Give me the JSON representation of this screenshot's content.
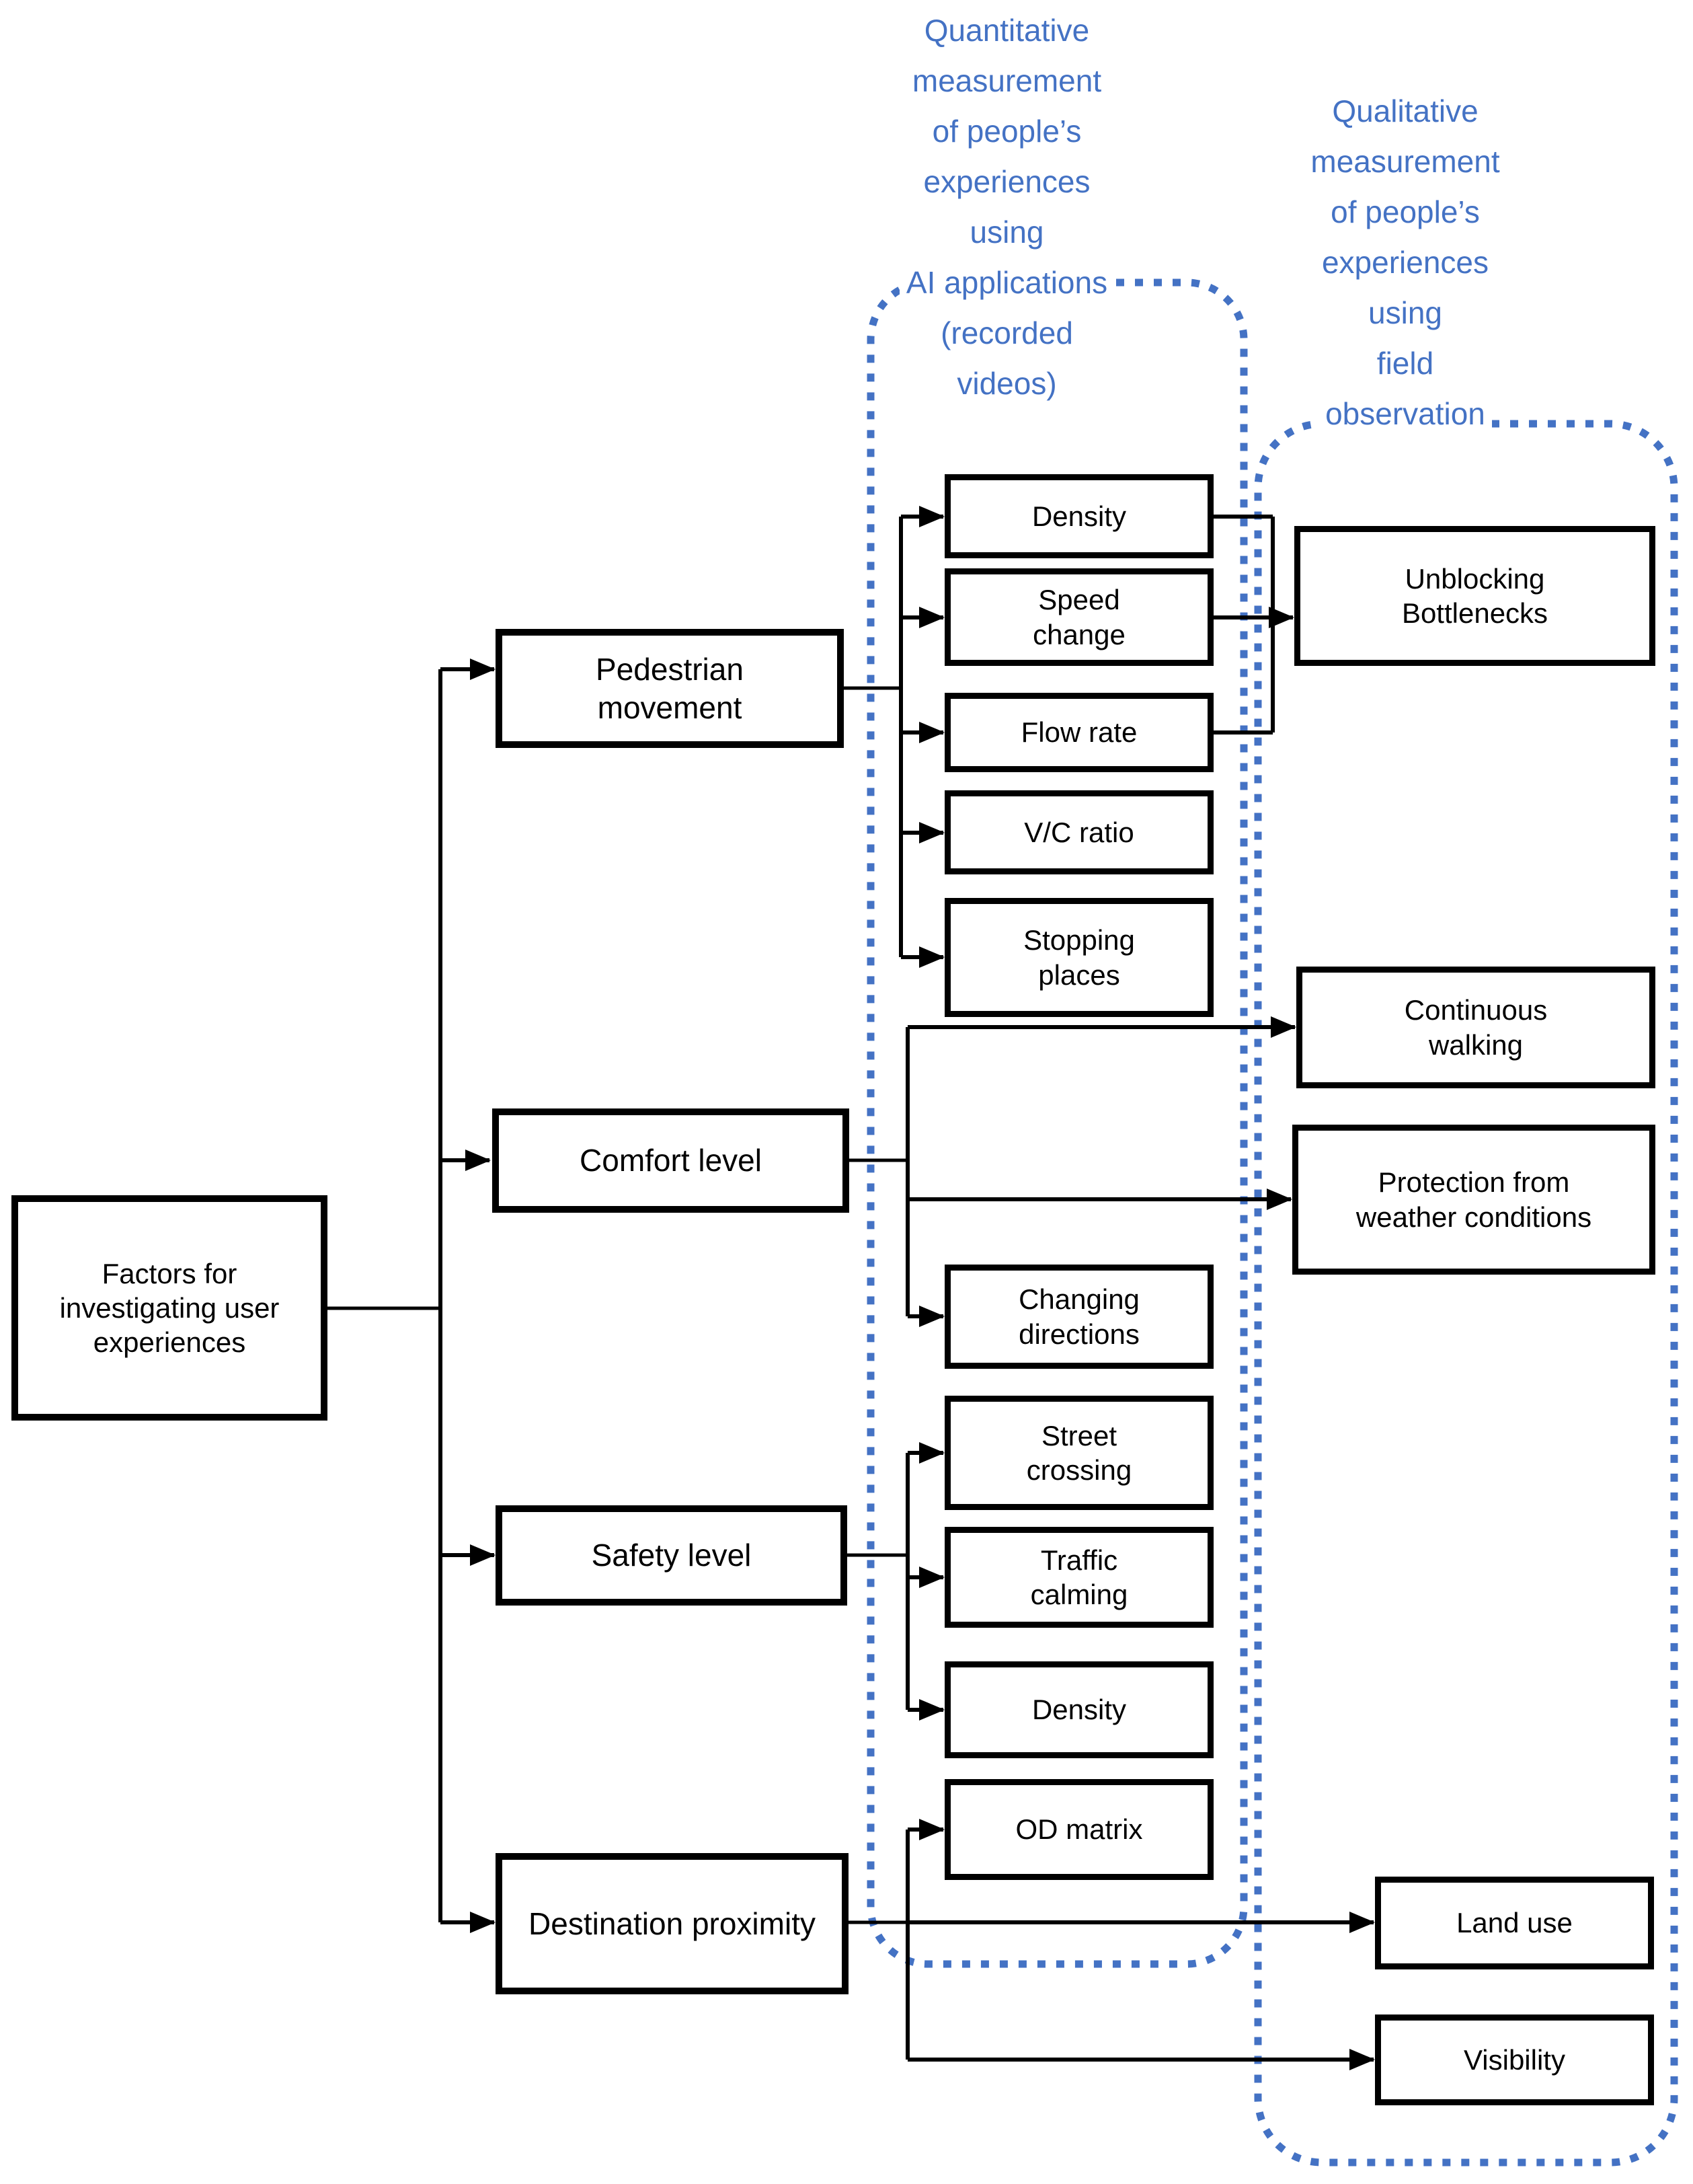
{
  "colors": {
    "accent": "#4472C4",
    "line": "#000000"
  },
  "labels": {
    "quantitative": [
      "Quantitative",
      "measurement",
      "of people’s",
      "experiences",
      "using",
      "AI applications",
      "(recorded",
      "videos)"
    ],
    "qualitative": [
      "Qualitative",
      "measurement",
      "of people’s",
      "experiences",
      "using",
      "field",
      "observation"
    ]
  },
  "nodes": {
    "root": "Factors for investigating user experiences",
    "factors": [
      "Pedestrian movement",
      "Comfort level",
      "Safety level",
      "Destination proximity"
    ],
    "ai_items": [
      "Density",
      "Speed change",
      "Flow rate",
      "V/C ratio",
      "Stopping places",
      "Changing directions",
      "Street crossing",
      "Traffic calming",
      "Density",
      "OD matrix"
    ],
    "field_items": [
      "Unblocking Bottlenecks",
      "Continuous walking",
      "Protection from weather conditions",
      "Land use",
      "Visibility"
    ]
  }
}
